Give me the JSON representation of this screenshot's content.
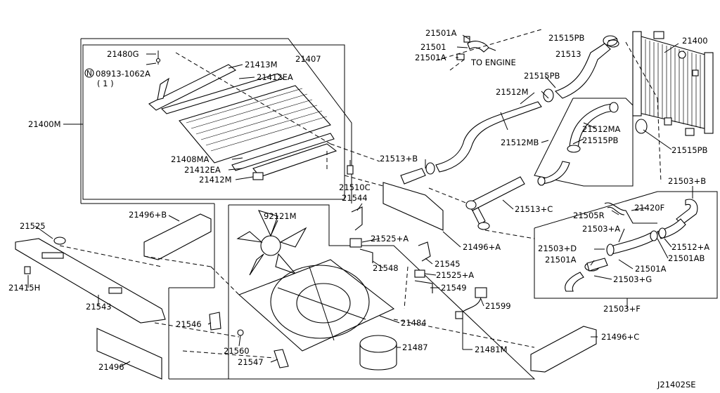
{
  "diagram_code": "J21402SE",
  "callouts": {
    "to_engine": "TO ENGINE",
    "p21400": "21400",
    "p21400M": "21400M",
    "p21407": "21407",
    "p21480G": "21480G",
    "p21413M": "21413M",
    "bolt_code": "08913-1062A",
    "bolt_qty": "( 1 )",
    "bolt_symbol": "N",
    "p21412EA_top": "21412EA",
    "p21408MA": "21408MA",
    "p21412EA_bot": "21412EA",
    "p21412M": "21412M",
    "p21510C": "21510C",
    "p21544": "21544",
    "p21501A_a": "21501A",
    "p21501": "21501",
    "p21501A_b": "21501A",
    "p21515PB_top": "21515PB",
    "p21513": "21513",
    "p21515PB_mid": "21515PB",
    "p21512M": "21512M",
    "p21512MA": "21512MA",
    "p21512MB": "21512MB",
    "p21515PB_inner": "21515PB",
    "p21515PB_right": "21515PB",
    "p21513B": "21513+B",
    "p21513C": "21513+C",
    "p21503B": "21503+B",
    "p21420F": "21420F",
    "p21505R": "21505R",
    "p21503A": "21503+A",
    "p21512A": "21512+A",
    "p21503D": "21503+D",
    "p21501A_c": "21501A",
    "p21501A_d": "21501A",
    "p21501AB": "21501AB",
    "p21503G": "21503+G",
    "p21503F": "21503+F",
    "p21496A": "21496+A",
    "p21496B": "21496+B",
    "p21496C": "21496+C",
    "p21496": "21496",
    "p21525": "21525",
    "p21415H": "21415H",
    "p21543": "21543",
    "p92121M": "92121M",
    "p21525A_top": "21525+A",
    "p21548": "21548",
    "p21545": "21545",
    "p21525A_bot": "21525+A",
    "p21549": "21549",
    "p21599": "21599",
    "p21484": "21484",
    "p21546": "21546",
    "p21560": "21560",
    "p21487": "21487",
    "p21481M": "21481M",
    "p21547": "21547"
  }
}
